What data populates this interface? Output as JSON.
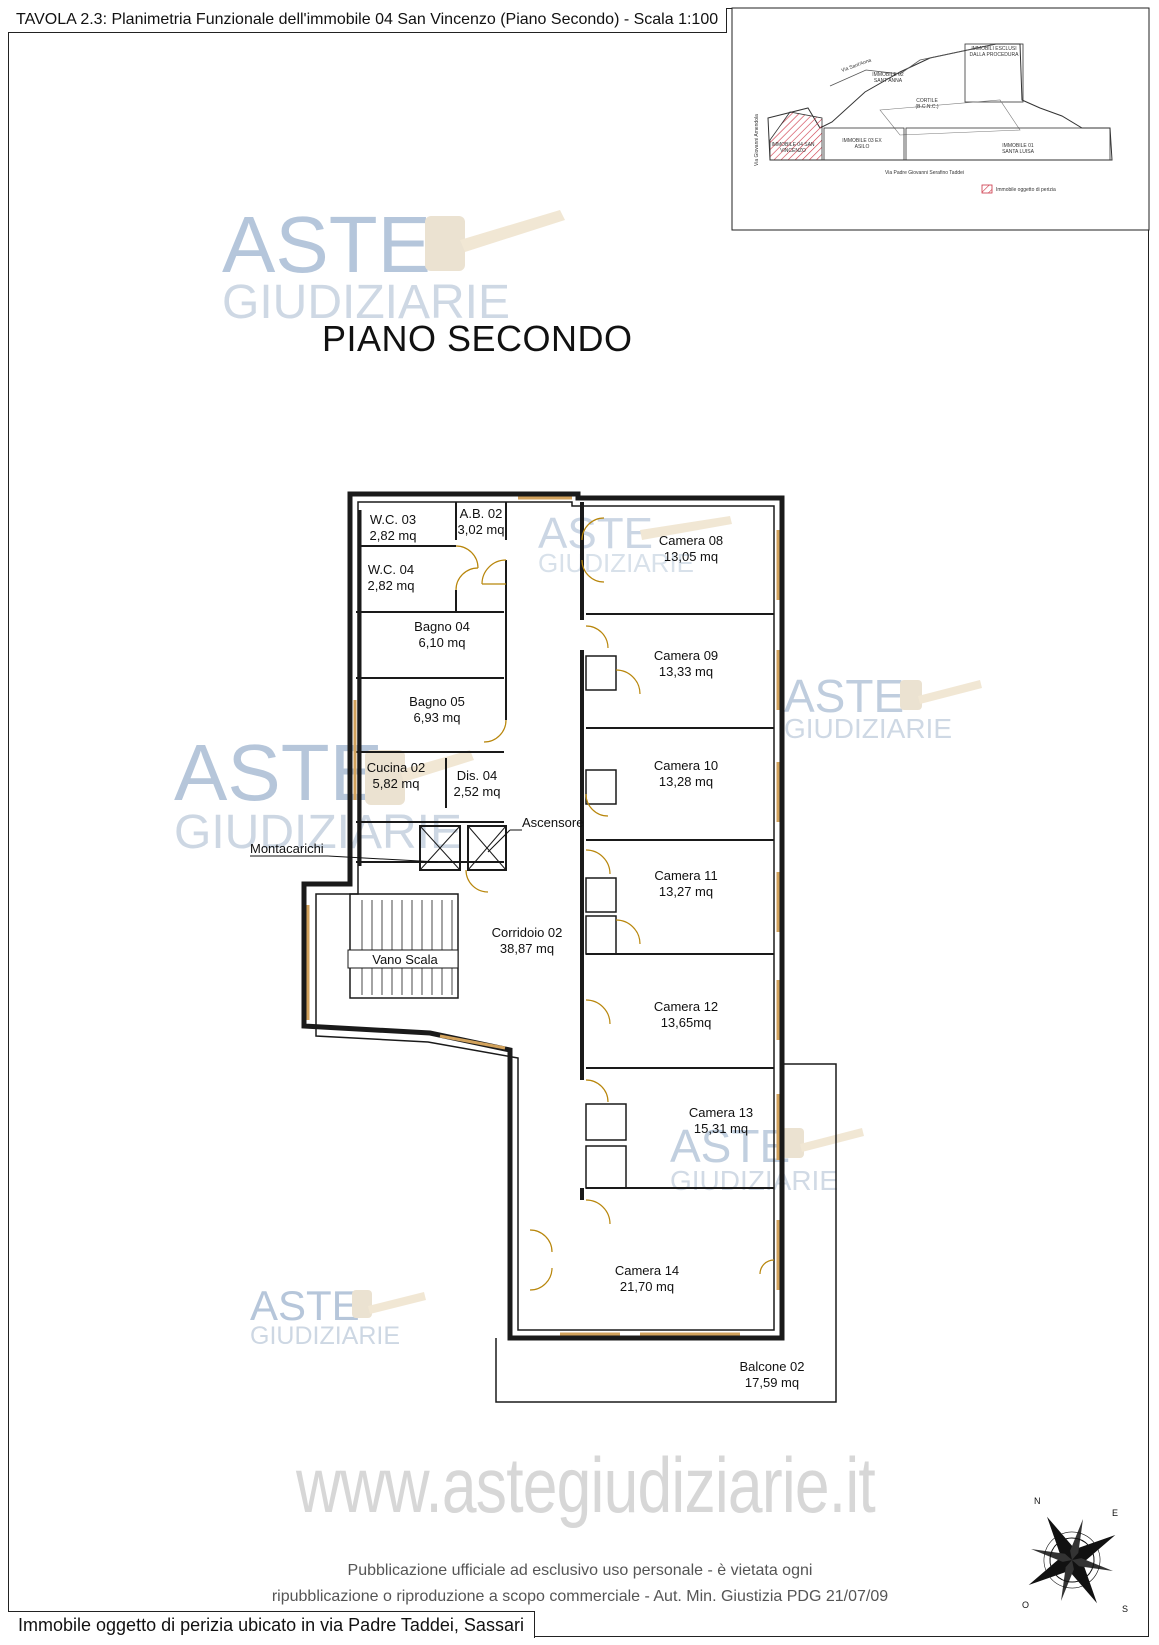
{
  "sheet": {
    "title": "TAVOLA 2.3: Planimetria Funzionale dell'immobile 04 San Vincenzo (Piano Secondo) - Scala 1:100",
    "floor_title": "PIANO SECONDO",
    "footer": "Immobile oggetto di perizia ubicato in via Padre Taddei, Sassari"
  },
  "watermark": {
    "brand_top": "ASTE",
    "brand_bottom": "GIUDIZIARIE",
    "website": "www.astegiudiziarie.it",
    "notice_line1": "Pubblicazione ufficiale ad esclusivo uso personale - è vietata ogni",
    "notice_line2": "ripubblicazione o riproduzione a scopo commerciale - Aut. Min. Giustizia PDG 21/07/09"
  },
  "keymap": {
    "streets": {
      "top": "Via Sant'Anna",
      "left": "Via Giovanni Amendola",
      "bottom": "Via Padre Giovanni Serafino Taddei"
    },
    "blocks": {
      "excluded": "IMMOBILI ESCLUSI DALLA PROCEDURA",
      "santanna": "IMMOBILE 02 SANT'ANNA",
      "cortile": "CORTILE (B.C.N.C.)",
      "asilo": "IMMOBILE 03 EX ASILO",
      "santa_luisa": "IMMOBILE 01 SANTA LUISA",
      "san_vincenzo": "IMMOBILE 04 SAN VINCENZO"
    },
    "legend": "Immobile oggetto di perizia"
  },
  "rooms": [
    {
      "name": "W.C. 03",
      "area": "2,82 mq"
    },
    {
      "name": "A.B. 02",
      "area": "3,02 mq"
    },
    {
      "name": "W.C. 04",
      "area": "2,82 mq"
    },
    {
      "name": "Bagno 04",
      "area": "6,10 mq"
    },
    {
      "name": "Bagno 05",
      "area": "6,93 mq"
    },
    {
      "name": "Cucina 02",
      "area": "5,82 mq"
    },
    {
      "name": "Dis. 04",
      "area": "2,52 mq"
    },
    {
      "name": "Corridoio 02",
      "area": "38,87 mq"
    },
    {
      "name": "Camera 08",
      "area": "13,05 mq"
    },
    {
      "name": "Camera 09",
      "area": "13,33 mq"
    },
    {
      "name": "Camera 10",
      "area": "13,28 mq"
    },
    {
      "name": "Camera 11",
      "area": "13,27 mq"
    },
    {
      "name": "Camera 12",
      "area": "13,65mq"
    },
    {
      "name": "Camera 13",
      "area": "15,31 mq"
    },
    {
      "name": "Camera 14",
      "area": "21,70 mq"
    },
    {
      "name": "Balcone 02",
      "area": "17,59 mq"
    }
  ],
  "callouts": {
    "montacarichi": "Montacarichi",
    "ascensore": "Ascensore",
    "vano_scala": "Vano Scala"
  },
  "compass": {
    "n": "N",
    "e": "E",
    "s": "S",
    "o": "O"
  },
  "colors": {
    "wall": "#1a1a1a",
    "door": "#b8860b",
    "window": "#d2a25c",
    "watermark_blue": "#9fb3cc",
    "watermark_gray": "#c9c9c9",
    "hatch": "#cc3344"
  }
}
